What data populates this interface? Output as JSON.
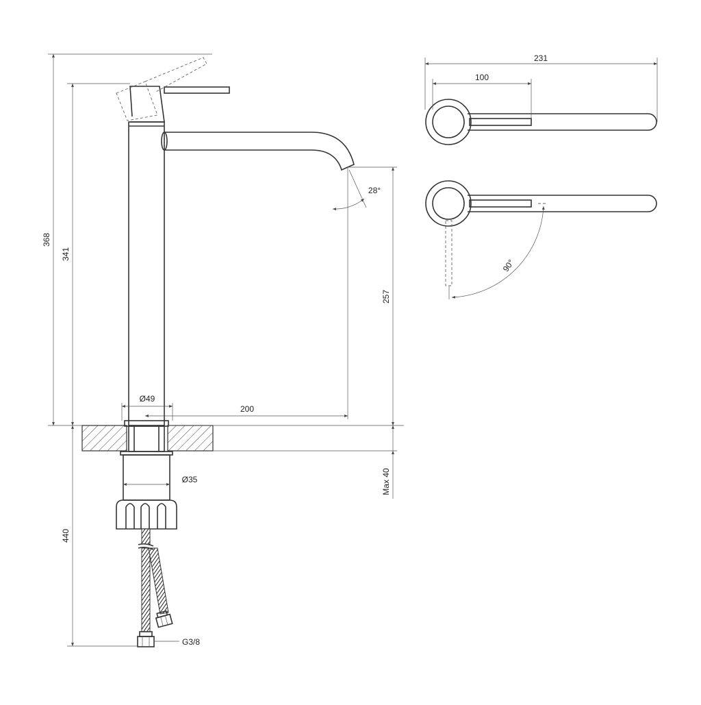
{
  "dimensions": {
    "total_height": "368",
    "body_height": "341",
    "spout_height": "257",
    "base_diameter": "Ø49",
    "spout_reach": "200",
    "shank_diameter": "Ø35",
    "max_thickness": "Max 40",
    "hose_length": "440",
    "hose_thread": "G3/8",
    "top_total_length": "231",
    "top_handle_length": "100",
    "spout_angle": "28°",
    "handle_rotation": "90°"
  },
  "colors": {
    "line": "#333333",
    "dim": "#555555"
  }
}
